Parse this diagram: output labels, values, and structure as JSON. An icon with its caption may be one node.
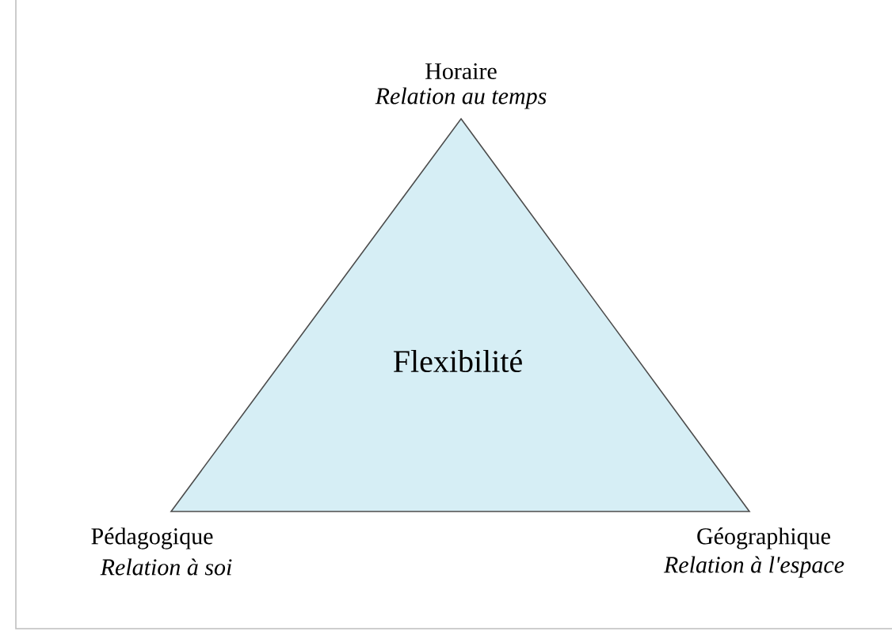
{
  "diagram": {
    "nodes": [
      {
        "text": [
          "Flexibilité"
        ]
      }
    ],
    "labels": [
      "Horaire",
      "Relation au temps",
      "Pédagogique",
      "Relation à soi",
      "Géographique",
      "Relation à l'espace"
    ]
  }
}
